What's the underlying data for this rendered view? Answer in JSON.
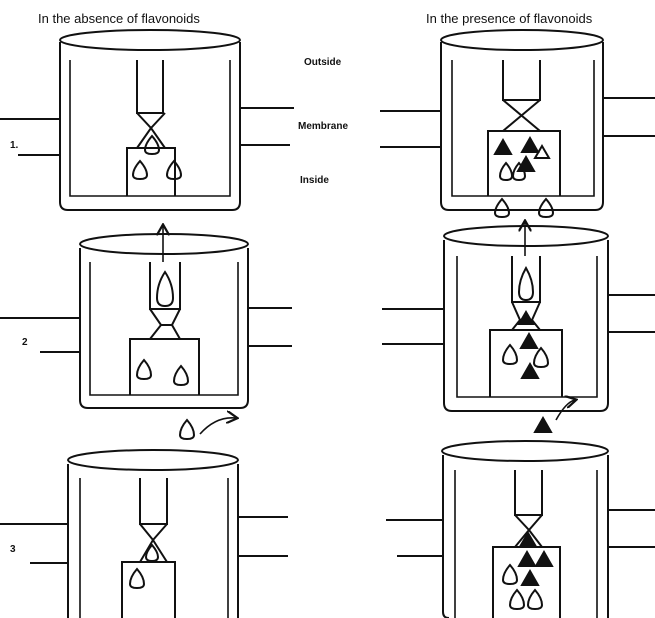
{
  "titles": {
    "left": "In the absence of flavonoids",
    "right": "In the presence of flavonoids"
  },
  "side_labels": {
    "outside": "Outside",
    "membrane": "Membrane",
    "inside": "Inside"
  },
  "step_labels": [
    "1.",
    "2",
    "3"
  ],
  "colors": {
    "ink": "#111111",
    "background": "#ffffff"
  },
  "legend_glyphs": {
    "substrate": "drop-shaped molecule (outlined)",
    "flavonoid": "filled triangle"
  }
}
